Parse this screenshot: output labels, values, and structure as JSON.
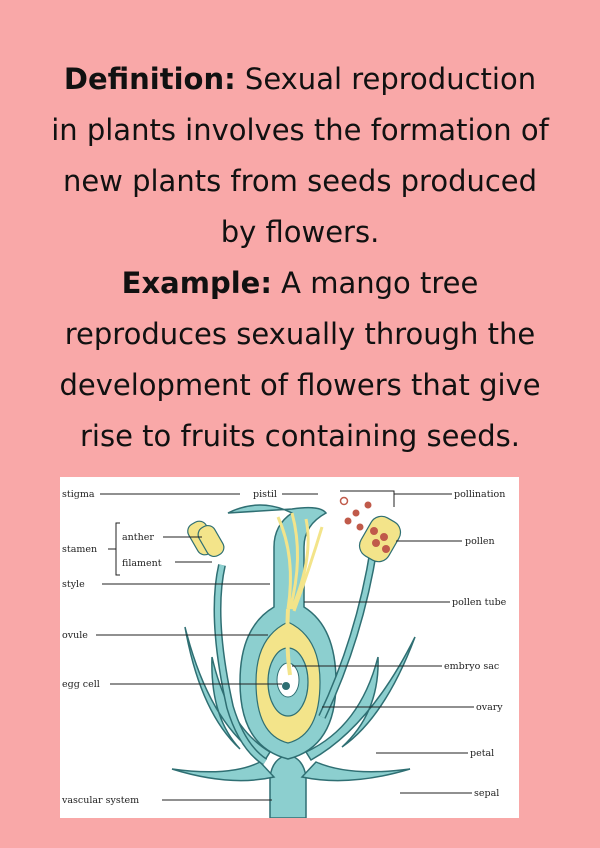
{
  "text": {
    "definition_label": "Definition:",
    "definition_line1": "Sexual reproduction",
    "definition_line2": "in plants involves the formation of",
    "definition_line3": "new plants from seeds produced",
    "definition_line4": "by flowers.",
    "example_label": "Example:",
    "example_line1": "A mango tree",
    "example_line2": "reproduces sexually through the",
    "example_line3": "development of flowers that give",
    "example_line4": "rise to fruits containing seeds."
  },
  "diagram": {
    "labels_left": {
      "stigma": "stigma",
      "stamen": "stamen",
      "anther": "anther",
      "filament": "filament",
      "style": "style",
      "ovule": "ovule",
      "egg_cell": "egg cell",
      "vascular_system": "vascular system"
    },
    "labels_top": {
      "pistil": "pistil"
    },
    "labels_right": {
      "pollination": "pollination",
      "pollen": "pollen",
      "pollen_tube": "pollen tube",
      "embryo_sac": "embryo sac",
      "ovary": "ovary",
      "petal": "petal",
      "sepal": "sepal"
    },
    "colors": {
      "flower_fill": "#8ccfcf",
      "flower_stroke": "#2f6f73",
      "yellow": "#f3e48a",
      "pollen_grain": "#c05a4a"
    }
  }
}
